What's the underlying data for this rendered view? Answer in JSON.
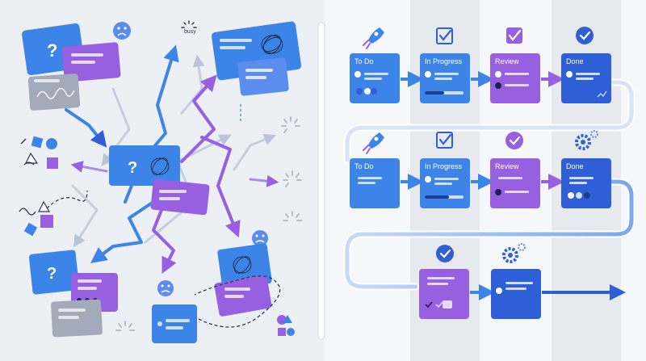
{
  "busy_label": "busy",
  "columns": [
    "To Do",
    "In Progress",
    "Review",
    "Done"
  ],
  "colors": {
    "blue": "#3d84e8",
    "blue_dark": "#2f5fd6",
    "purple": "#9660e0",
    "gray": "#a3abbb",
    "panel_right": "#f5f7fa",
    "column_band": "#e6e9ee",
    "left_bg": "#eceff4",
    "connector": "#8ab0f2"
  },
  "icons": [
    "rocket-icon",
    "checkbox-icon",
    "badge-check-icon",
    "gear-icon",
    "question-icon",
    "scribble-icon",
    "spinner-icon",
    "sad-face-icon",
    "arrow-right-icon"
  ]
}
